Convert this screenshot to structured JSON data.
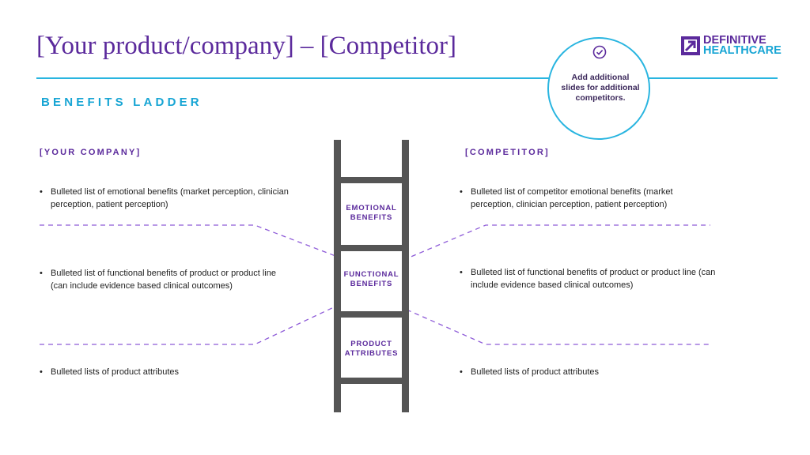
{
  "header": {
    "title": "[Your product/company] – [Competitor]",
    "subtitle": "BENEFITS LADDER"
  },
  "logo": {
    "line1": "DEFINITIVE",
    "line2": "HEALTHCARE",
    "icon": "definitive-arrow-logo-icon"
  },
  "callout": {
    "icon": "check-circle-icon",
    "text": "Add additional slides for additional competitors."
  },
  "left": {
    "heading": "[YOUR COMPANY]",
    "items": [
      "Bulleted list of emotional benefits (market perception, clinician perception, patient perception)",
      "Bulleted list of functional benefits of product or product line (can include evidence based clinical outcomes)",
      "Bulleted lists of product attributes"
    ]
  },
  "right": {
    "heading": "[COMPETITOR]",
    "items": [
      "Bulleted list of competitor emotional benefits (market perception, clinician perception, patient perception)",
      "Bulleted list of functional benefits of product or product line (can include evidence based clinical outcomes)",
      "Bulleted lists of product attributes"
    ]
  },
  "ladder": {
    "rungs": [
      {
        "line1": "EMOTIONAL",
        "line2": "BENEFITS"
      },
      {
        "line1": "FUNCTIONAL",
        "line2": "BENEFITS"
      },
      {
        "line1": "PRODUCT",
        "line2": "ATTRIBUTES"
      }
    ]
  },
  "colors": {
    "purple": "#5b2a9c",
    "blue": "#17a5d4",
    "ladder": "#555555",
    "dash": "#8e5bd8"
  }
}
